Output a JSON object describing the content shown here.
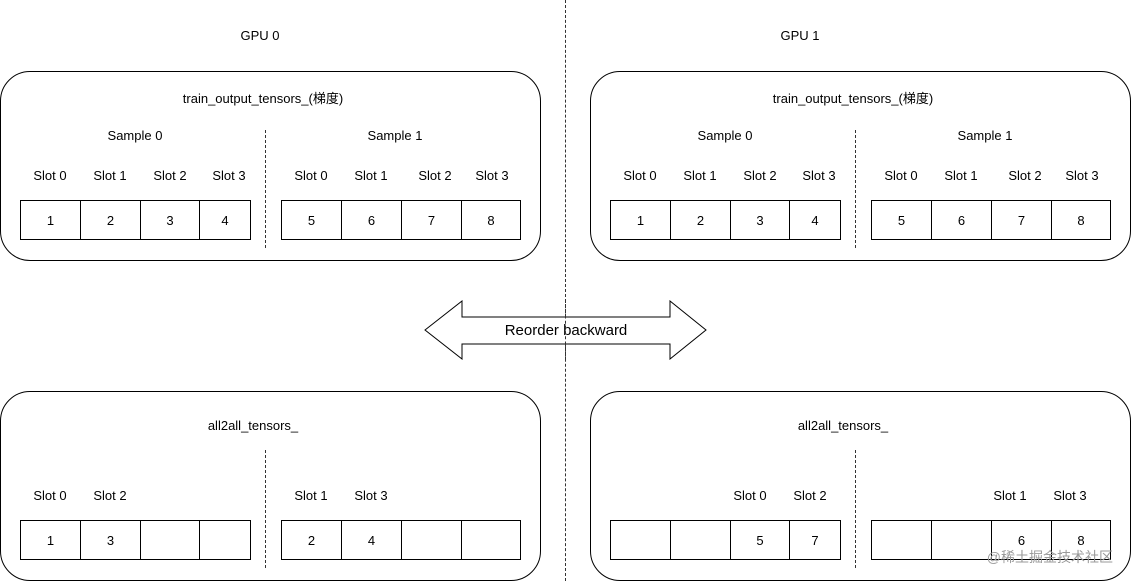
{
  "gpus": [
    {
      "title": "GPU 0"
    },
    {
      "title": "GPU 1"
    }
  ],
  "top_panels": [
    {
      "title": "train_output_tensors_(梯度)",
      "samples": [
        {
          "label": "Sample 0",
          "slots": [
            "Slot 0",
            "Slot 1",
            "Slot 2",
            "Slot 3"
          ],
          "cells": [
            "1",
            "2",
            "3",
            "4"
          ]
        },
        {
          "label": "Sample 1",
          "slots": [
            "Slot 0",
            "Slot 1",
            "Slot 2",
            "Slot 3"
          ],
          "cells": [
            "5",
            "6",
            "7",
            "8"
          ]
        }
      ]
    },
    {
      "title": "train_output_tensors_(梯度)",
      "samples": [
        {
          "label": "Sample 0",
          "slots": [
            "Slot 0",
            "Slot 1",
            "Slot 2",
            "Slot 3"
          ],
          "cells": [
            "1",
            "2",
            "3",
            "4"
          ]
        },
        {
          "label": "Sample 1",
          "slots": [
            "Slot 0",
            "Slot 1",
            "Slot 2",
            "Slot 3"
          ],
          "cells": [
            "5",
            "6",
            "7",
            "8"
          ]
        }
      ]
    }
  ],
  "bottom_panels": [
    {
      "title": "all2all_tensors_",
      "left_slots": [
        "Slot 0",
        "Slot 2",
        "",
        ""
      ],
      "left_cells": [
        "1",
        "3",
        "",
        ""
      ],
      "right_slots": [
        "Slot 1",
        "Slot 3",
        "",
        ""
      ],
      "right_cells": [
        "2",
        "4",
        "",
        ""
      ]
    },
    {
      "title": "all2all_tensors_",
      "left_slots": [
        "",
        "",
        "Slot 0",
        "Slot 2"
      ],
      "left_cells": [
        "",
        "",
        "5",
        "7"
      ],
      "right_slots": [
        "",
        "",
        "Slot 1",
        "Slot 3"
      ],
      "right_cells": [
        "",
        "",
        "6",
        "8"
      ]
    }
  ],
  "arrow": {
    "label": "Reorder backward"
  },
  "watermark": "@稀土掘金技术社区"
}
